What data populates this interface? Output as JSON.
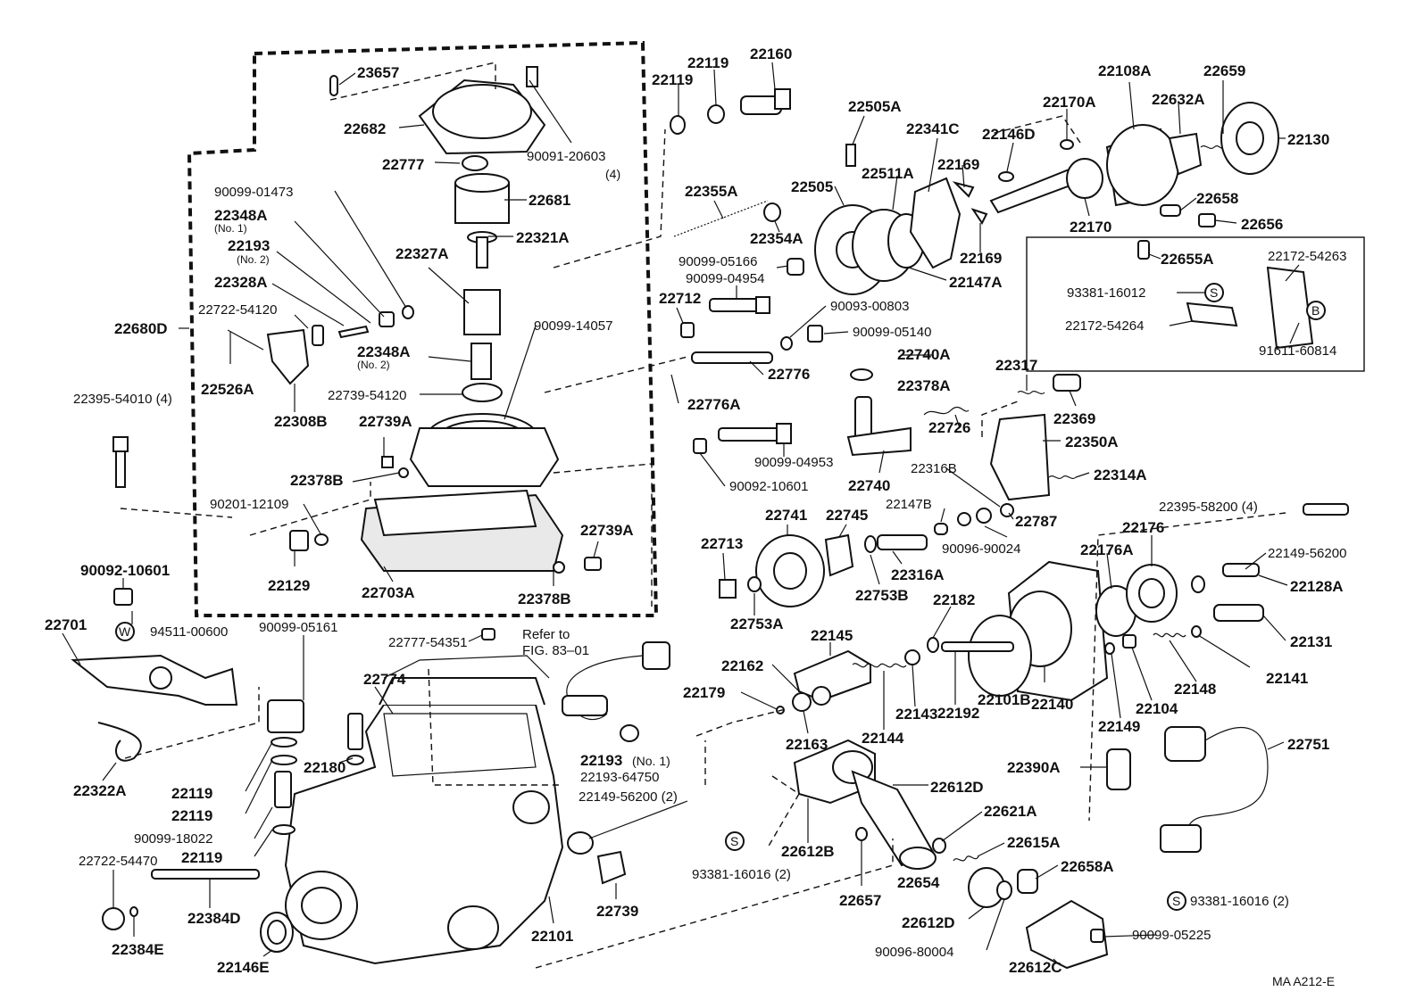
{
  "labels": {
    "23657": "23657",
    "22682": "22682",
    "22777": "22777",
    "22681": "22681",
    "90091_20603": "90091-20603",
    "qty4": "(4)",
    "90099_01473": "90099-01473",
    "22348A": "22348A",
    "no1": "(No. 1)",
    "22193": "22193",
    "no2": "(No. 2)",
    "22328A": "22328A",
    "22321A": "22321A",
    "22327A": "22327A",
    "22722_54120": "22722-54120",
    "22680D": "22680D",
    "22348A_b": "22348A",
    "no2_b": "(No. 2)",
    "22526A": "22526A",
    "22308B": "22308B",
    "90099_14057": "90099-14057",
    "22739_54120": "22739-54120",
    "22395_54010": "22395-54010 (4)",
    "22739A": "22739A",
    "22378B": "22378B",
    "90201_12109": "90201-12109",
    "22129": "22129",
    "22703A": "22703A",
    "22739A_b": "22739A",
    "22378B_b": "22378B",
    "90092_10601": "90092-10601",
    "94511_00600": "94511-00600",
    "w": "W",
    "22701": "22701",
    "22777_54351": "22777-54351",
    "refer1": "Refer to",
    "refer2": "FIG. 83–01",
    "90099_05161": "90099-05161",
    "22774": "22774",
    "22322A": "22322A",
    "22119_a": "22119",
    "22119_b": "22119",
    "22180": "22180",
    "90099_18022": "90099-18022",
    "22119_c": "22119",
    "22722_54470": "22722-54470",
    "22384D": "22384D",
    "22384E": "22384E",
    "22146E": "22146E",
    "22101": "22101",
    "22739": "22739",
    "22193_no1": "22193",
    "no1_b": "(No. 1)",
    "22193_64750": "22193-64750",
    "22149_56200_2": "22149-56200 (2)",
    "22119_top1": "22119",
    "22119_top2": "22119",
    "22160": "22160",
    "22355A": "22355A",
    "22354A": "22354A",
    "90099_05166": "90099-05166",
    "90099_04954": "90099-04954",
    "22712": "22712",
    "90093_00803": "90093-00803",
    "90099_05140": "90099-05140",
    "22776": "22776",
    "22776A": "22776A",
    "90099_04953": "90099-04953",
    "90092_10601_b": "90092-10601",
    "22505A": "22505A",
    "22505": "22505",
    "22511A": "22511A",
    "22341C": "22341C",
    "22146D": "22146D",
    "22169_a": "22169",
    "22169_b": "22169",
    "22147A": "22147A",
    "22170A": "22170A",
    "22170": "22170",
    "22108A": "22108A",
    "22632A": "22632A",
    "22659": "22659",
    "22130": "22130",
    "22658": "22658",
    "22656": "22656",
    "22655A": "22655A",
    "22172_54263": "22172-54263",
    "93381_16012": "93381-16012",
    "s": "S",
    "22172_54264": "22172-54264",
    "b": "B",
    "91611_60814": "91611-60814",
    "22740A": "22740A",
    "22378A": "22378A",
    "22317": "22317",
    "22369": "22369",
    "22726": "22726",
    "22350A": "22350A",
    "22740": "22740",
    "22316B": "22316B",
    "22314A": "22314A",
    "22787": "22787",
    "22741": "22741",
    "22745": "22745",
    "22147B": "22147B",
    "22713": "22713",
    "22316A": "22316A",
    "90096_90024": "90096-90024",
    "22753B": "22753B",
    "22753A": "22753A",
    "22176A": "22176A",
    "22176": "22176",
    "22395_58200": "22395-58200 (4)",
    "22149_56200": "22149-56200",
    "22128A": "22128A",
    "22182": "22182",
    "22145": "22145",
    "22162": "22162",
    "22179": "22179",
    "22163": "22163",
    "22144": "22144",
    "22143": "22143",
    "22192": "22192",
    "22101B": "22101B",
    "22140": "22140",
    "22149": "22149",
    "22104": "22104",
    "22148": "22148",
    "22131": "22131",
    "22141": "22141",
    "22751": "22751",
    "22390A": "22390A",
    "22612D": "22612D",
    "22612B": "22612B",
    "22621A": "22621A",
    "22615A": "22615A",
    "22657": "22657",
    "22654": "22654",
    "93381_16016": "93381-16016 (2)",
    "s_b": "S",
    "22612D_b": "22612D",
    "22658A": "22658A",
    "90096_80004": "90096-80004",
    "22612C": "22612C",
    "s_c": "S",
    "93381_16016_b": "93381-16016 (2)",
    "90099_05225": "90099-05225",
    "ref": "MA  A212-E"
  }
}
